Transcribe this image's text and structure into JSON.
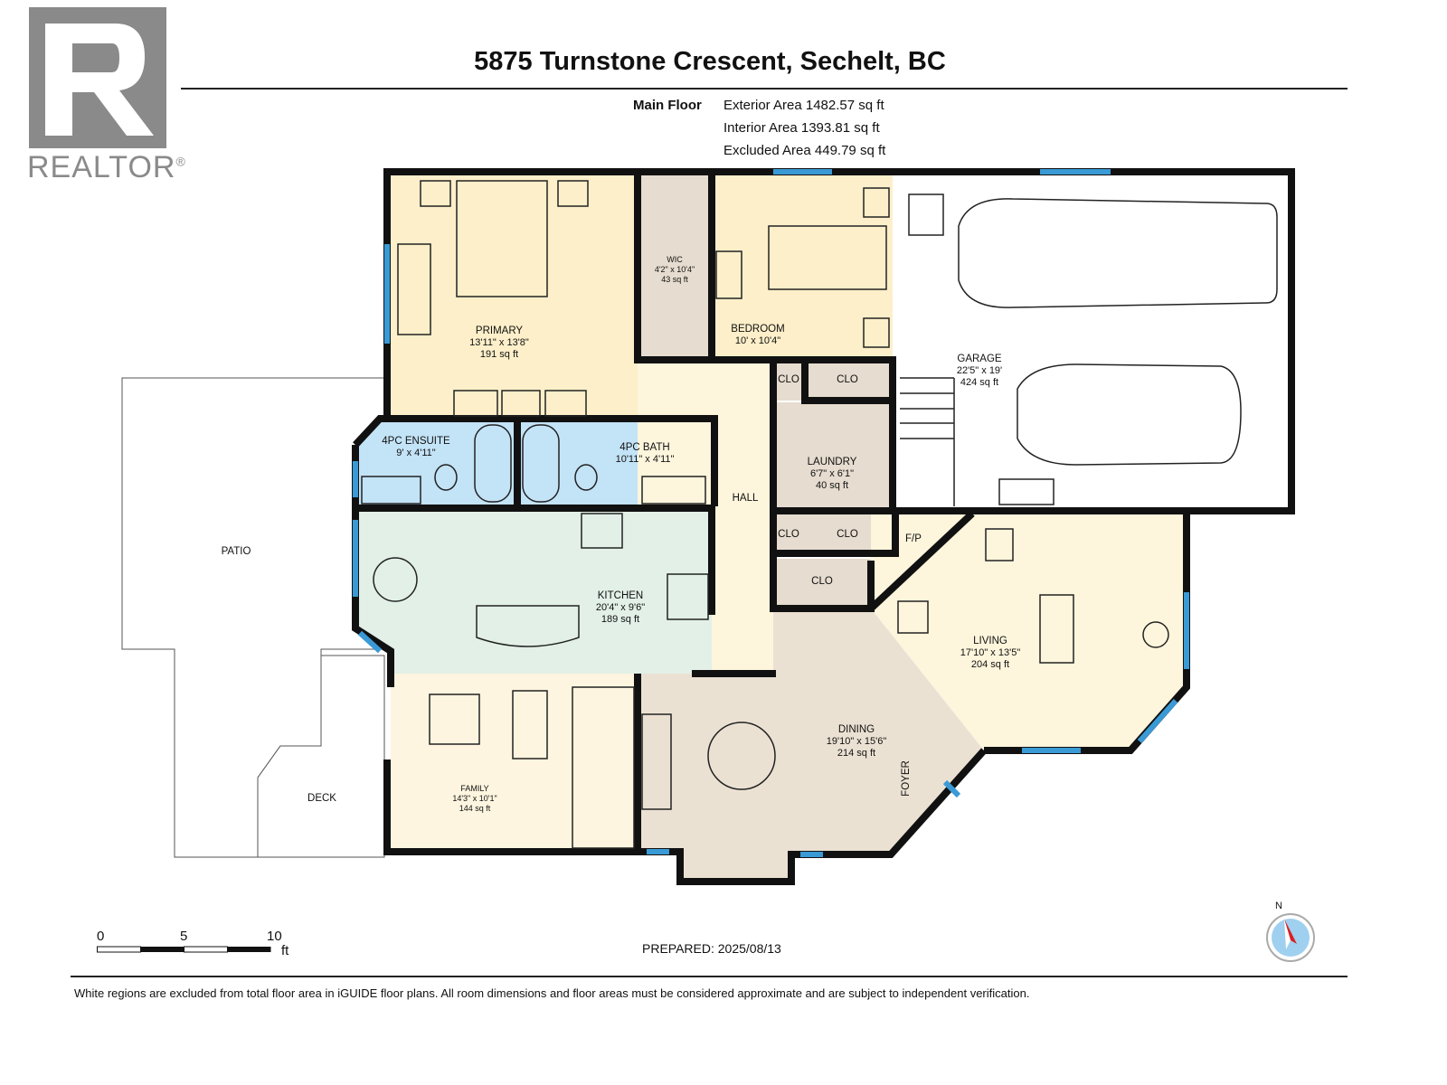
{
  "logo": {
    "text": "REALTOR",
    "mark": "®"
  },
  "header": {
    "title": "5875 Turnstone Crescent, Sechelt, BC"
  },
  "summary": {
    "floor": "Main Floor",
    "exterior": "Exterior Area 1482.57 sq ft",
    "interior": "Interior Area 1393.81 sq ft",
    "excluded": "Excluded Area 449.79 sq ft"
  },
  "rooms": {
    "primary": {
      "name": "PRIMARY",
      "dims": "13'11\" x 13'8\"",
      "area": "191 sq ft"
    },
    "wic": {
      "name": "WIC",
      "dims": "4'2\" x 10'4\"",
      "area": "43 sq ft"
    },
    "bedroom": {
      "name": "BEDROOM",
      "dims": "10' x 10'4\""
    },
    "garage": {
      "name": "GARAGE",
      "dims": "22'5\" x 19'",
      "area": "424 sq ft"
    },
    "ensuite": {
      "name": "4PC ENSUITE",
      "dims": "9' x 4'11\""
    },
    "bath": {
      "name": "4PC BATH",
      "dims": "10'11\" x 4'11\""
    },
    "laundry": {
      "name": "LAUNDRY",
      "dims": "6'7\" x 6'1\"",
      "area": "40 sq ft"
    },
    "hall": {
      "name": "HALL"
    },
    "kitchen": {
      "name": "KITCHEN",
      "dims": "20'4\" x 9'6\"",
      "area": "189 sq ft"
    },
    "living": {
      "name": "LIVING",
      "dims": "17'10\" x 13'5\"",
      "area": "204 sq ft"
    },
    "dining": {
      "name": "DINING",
      "dims": "19'10\" x 15'6\"",
      "area": "214 sq ft"
    },
    "family": {
      "name": "FAMILY",
      "dims": "14'3\" x 10'1\"",
      "area": "144 sq ft"
    },
    "patio": {
      "name": "PATIO"
    },
    "deck": {
      "name": "DECK"
    },
    "foyer": {
      "name": "FOYER"
    },
    "fp": {
      "name": "F/P"
    },
    "clo": "CLO"
  },
  "scale": {
    "ticks": [
      "0",
      "5",
      "10"
    ],
    "unit": "ft"
  },
  "compass": {
    "label": "N"
  },
  "prepared": "PREPARED: 2025/08/13",
  "footer": "White regions are excluded from total floor area in iGUIDE floor plans. All room dimensions and floor areas must be considered approximate and are subject to independent verification.",
  "colors": {
    "bedroom": "#fcefc9",
    "bath": "#c3e3f7",
    "kitchen": "#e2f0e7",
    "hall": "#fdf5dc",
    "utility": "#e6dccf",
    "dining": "#ebe1d3",
    "window": "#3a9ad6"
  }
}
